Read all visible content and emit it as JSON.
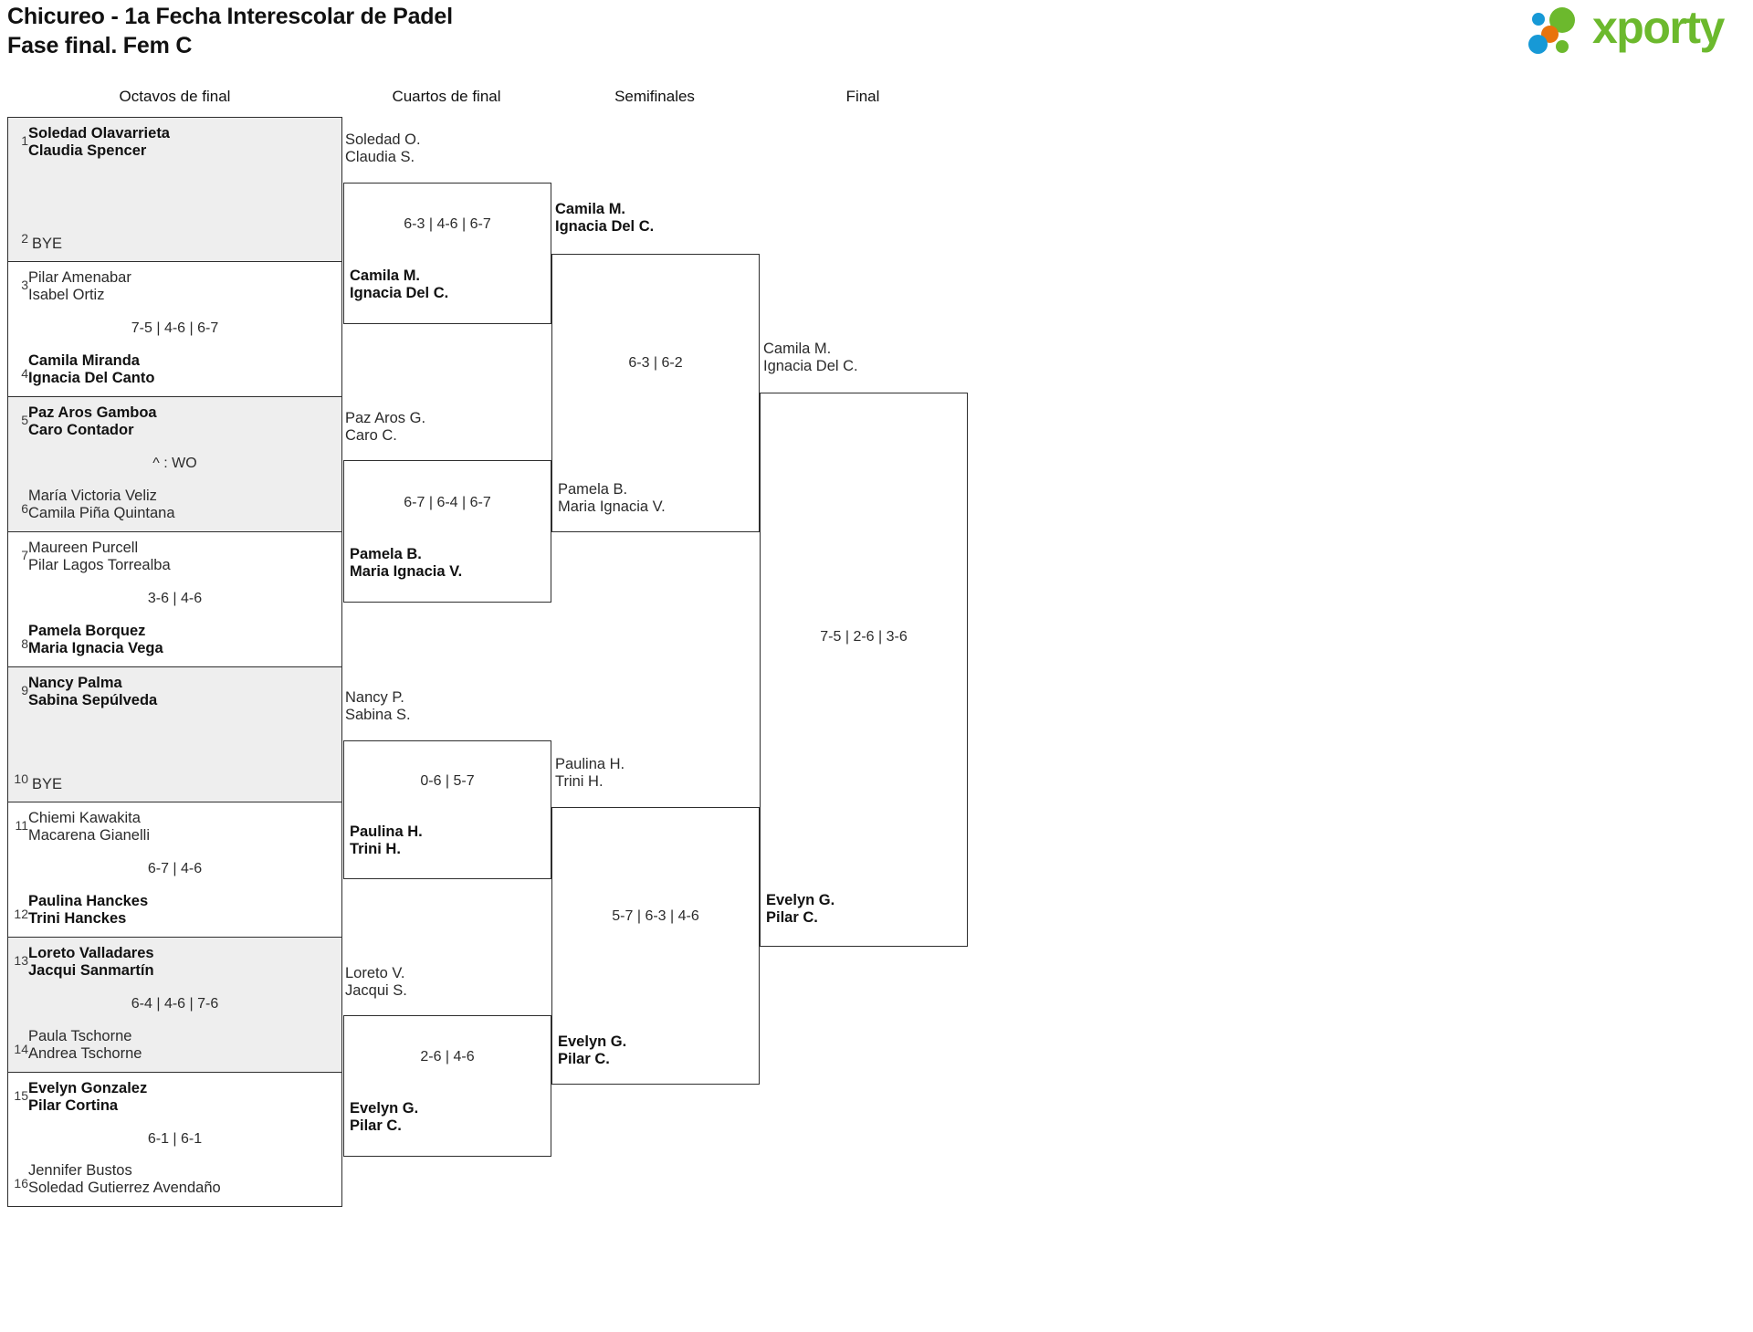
{
  "header": {
    "title_line1": "Chicureo - 1a Fecha Interescolar de Padel",
    "title_line2": "Fase final. Fem C",
    "title": "Chicureo - 1a Fecha Interescolar de Padel\nFase final. Fem C",
    "logo": {
      "wordmark": "xporty",
      "colors": {
        "green": "#6cb92d",
        "blue": "#1799d6",
        "orange": "#e8730c"
      }
    }
  },
  "rounds": [
    {
      "key": "octavos",
      "label": "Octavos de final"
    },
    {
      "key": "cuartos",
      "label": "Cuartos de final"
    },
    {
      "key": "semis",
      "label": "Semifinales"
    },
    {
      "key": "final",
      "label": "Final"
    }
  ],
  "colors": {
    "row_shaded": "#eeeeee",
    "row_plain": "#ffffff",
    "border": "#2e2e2e",
    "text": "#2b2b2b"
  },
  "octavos": [
    {
      "seed_top": "1",
      "top": [
        "Soledad Olavarrieta",
        "Claudia Spencer"
      ],
      "top_winner": true,
      "seed_bottom": "2",
      "bottom": [
        "BYE"
      ],
      "bottom_bye": true,
      "bottom_winner": false,
      "score": "",
      "shaded": true
    },
    {
      "seed_top": "3",
      "top": [
        "Pilar Amenabar",
        "Isabel Ortiz"
      ],
      "top_winner": false,
      "seed_bottom": "4",
      "bottom": [
        "Camila Miranda",
        "Ignacia Del Canto"
      ],
      "bottom_winner": true,
      "score": "7-5 | 4-6 | 6-7",
      "shaded": false
    },
    {
      "seed_top": "5",
      "top": [
        "Paz Aros Gamboa",
        "Caro Contador"
      ],
      "top_winner": true,
      "seed_bottom": "6",
      "bottom": [
        "María Victoria Veliz",
        "Camila Piña Quintana"
      ],
      "bottom_winner": false,
      "score": "^ : WO",
      "shaded": true
    },
    {
      "seed_top": "7",
      "top": [
        "Maureen Purcell",
        "Pilar Lagos Torrealba"
      ],
      "top_winner": false,
      "seed_bottom": "8",
      "bottom": [
        "Pamela Borquez",
        "Maria Ignacia Vega"
      ],
      "bottom_winner": true,
      "score": "3-6 | 4-6",
      "shaded": false
    },
    {
      "seed_top": "9",
      "top": [
        "Nancy Palma",
        "Sabina Sepúlveda"
      ],
      "top_winner": true,
      "seed_bottom": "10",
      "bottom": [
        "BYE"
      ],
      "bottom_bye": true,
      "bottom_winner": false,
      "score": "",
      "shaded": true
    },
    {
      "seed_top": "11",
      "top": [
        "Chiemi Kawakita",
        "Macarena Gianelli"
      ],
      "top_winner": false,
      "seed_bottom": "12",
      "bottom": [
        "Paulina Hanckes",
        "Trini Hanckes"
      ],
      "bottom_winner": true,
      "score": "6-7 | 4-6",
      "shaded": false
    },
    {
      "seed_top": "13",
      "top": [
        "Loreto Valladares",
        "Jacqui Sanmartín"
      ],
      "top_winner": true,
      "seed_bottom": "14",
      "bottom": [
        "Paula Tschorne",
        "Andrea Tschorne"
      ],
      "bottom_winner": false,
      "score": "6-4 | 4-6 | 7-6",
      "shaded": true
    },
    {
      "seed_top": "15",
      "top": [
        "Evelyn Gonzalez",
        "Pilar Cortina"
      ],
      "top_winner": true,
      "seed_bottom": "16",
      "bottom": [
        "Jennifer Bustos",
        "Soledad Gutierrez Avendaño"
      ],
      "bottom_winner": false,
      "score": "6-1 | 6-1",
      "shaded": false
    }
  ],
  "cuartos": [
    {
      "top": [
        "Soledad O.",
        "Claudia S."
      ],
      "top_winner": false,
      "bottom": [
        "Camila M.",
        "Ignacia Del C."
      ],
      "bottom_winner": true,
      "score": "6-3 | 4-6 | 6-7"
    },
    {
      "top": [
        "Paz Aros G.",
        "Caro C."
      ],
      "top_winner": false,
      "bottom": [
        "Pamela B.",
        "Maria Ignacia V."
      ],
      "bottom_winner": true,
      "score": "6-7 | 6-4 | 6-7"
    },
    {
      "top": [
        "Nancy P.",
        "Sabina S."
      ],
      "top_winner": false,
      "bottom": [
        "Paulina H.",
        "Trini H."
      ],
      "bottom_winner": true,
      "score": "0-6 | 5-7"
    },
    {
      "top": [
        "Loreto V.",
        "Jacqui S."
      ],
      "top_winner": false,
      "bottom": [
        "Evelyn G.",
        "Pilar C."
      ],
      "bottom_winner": true,
      "score": "2-6 | 4-6"
    }
  ],
  "semis": [
    {
      "top": [
        "Camila M.",
        "Ignacia Del C."
      ],
      "top_winner": true,
      "bottom": [
        "Pamela B.",
        "Maria Ignacia V."
      ],
      "bottom_winner": false,
      "score": "6-3 | 6-2"
    },
    {
      "top": [
        "Paulina H.",
        "Trini H."
      ],
      "top_winner": false,
      "bottom": [
        "Evelyn G.",
        "Pilar C."
      ],
      "bottom_winner": true,
      "score": "5-7 | 6-3 | 4-6"
    }
  ],
  "final": [
    {
      "top": [
        "Camila M.",
        "Ignacia Del C."
      ],
      "top_winner": false,
      "bottom": [
        "Evelyn G.",
        "Pilar C."
      ],
      "bottom_winner": true,
      "score": "7-5 | 2-6 | 3-6"
    }
  ]
}
